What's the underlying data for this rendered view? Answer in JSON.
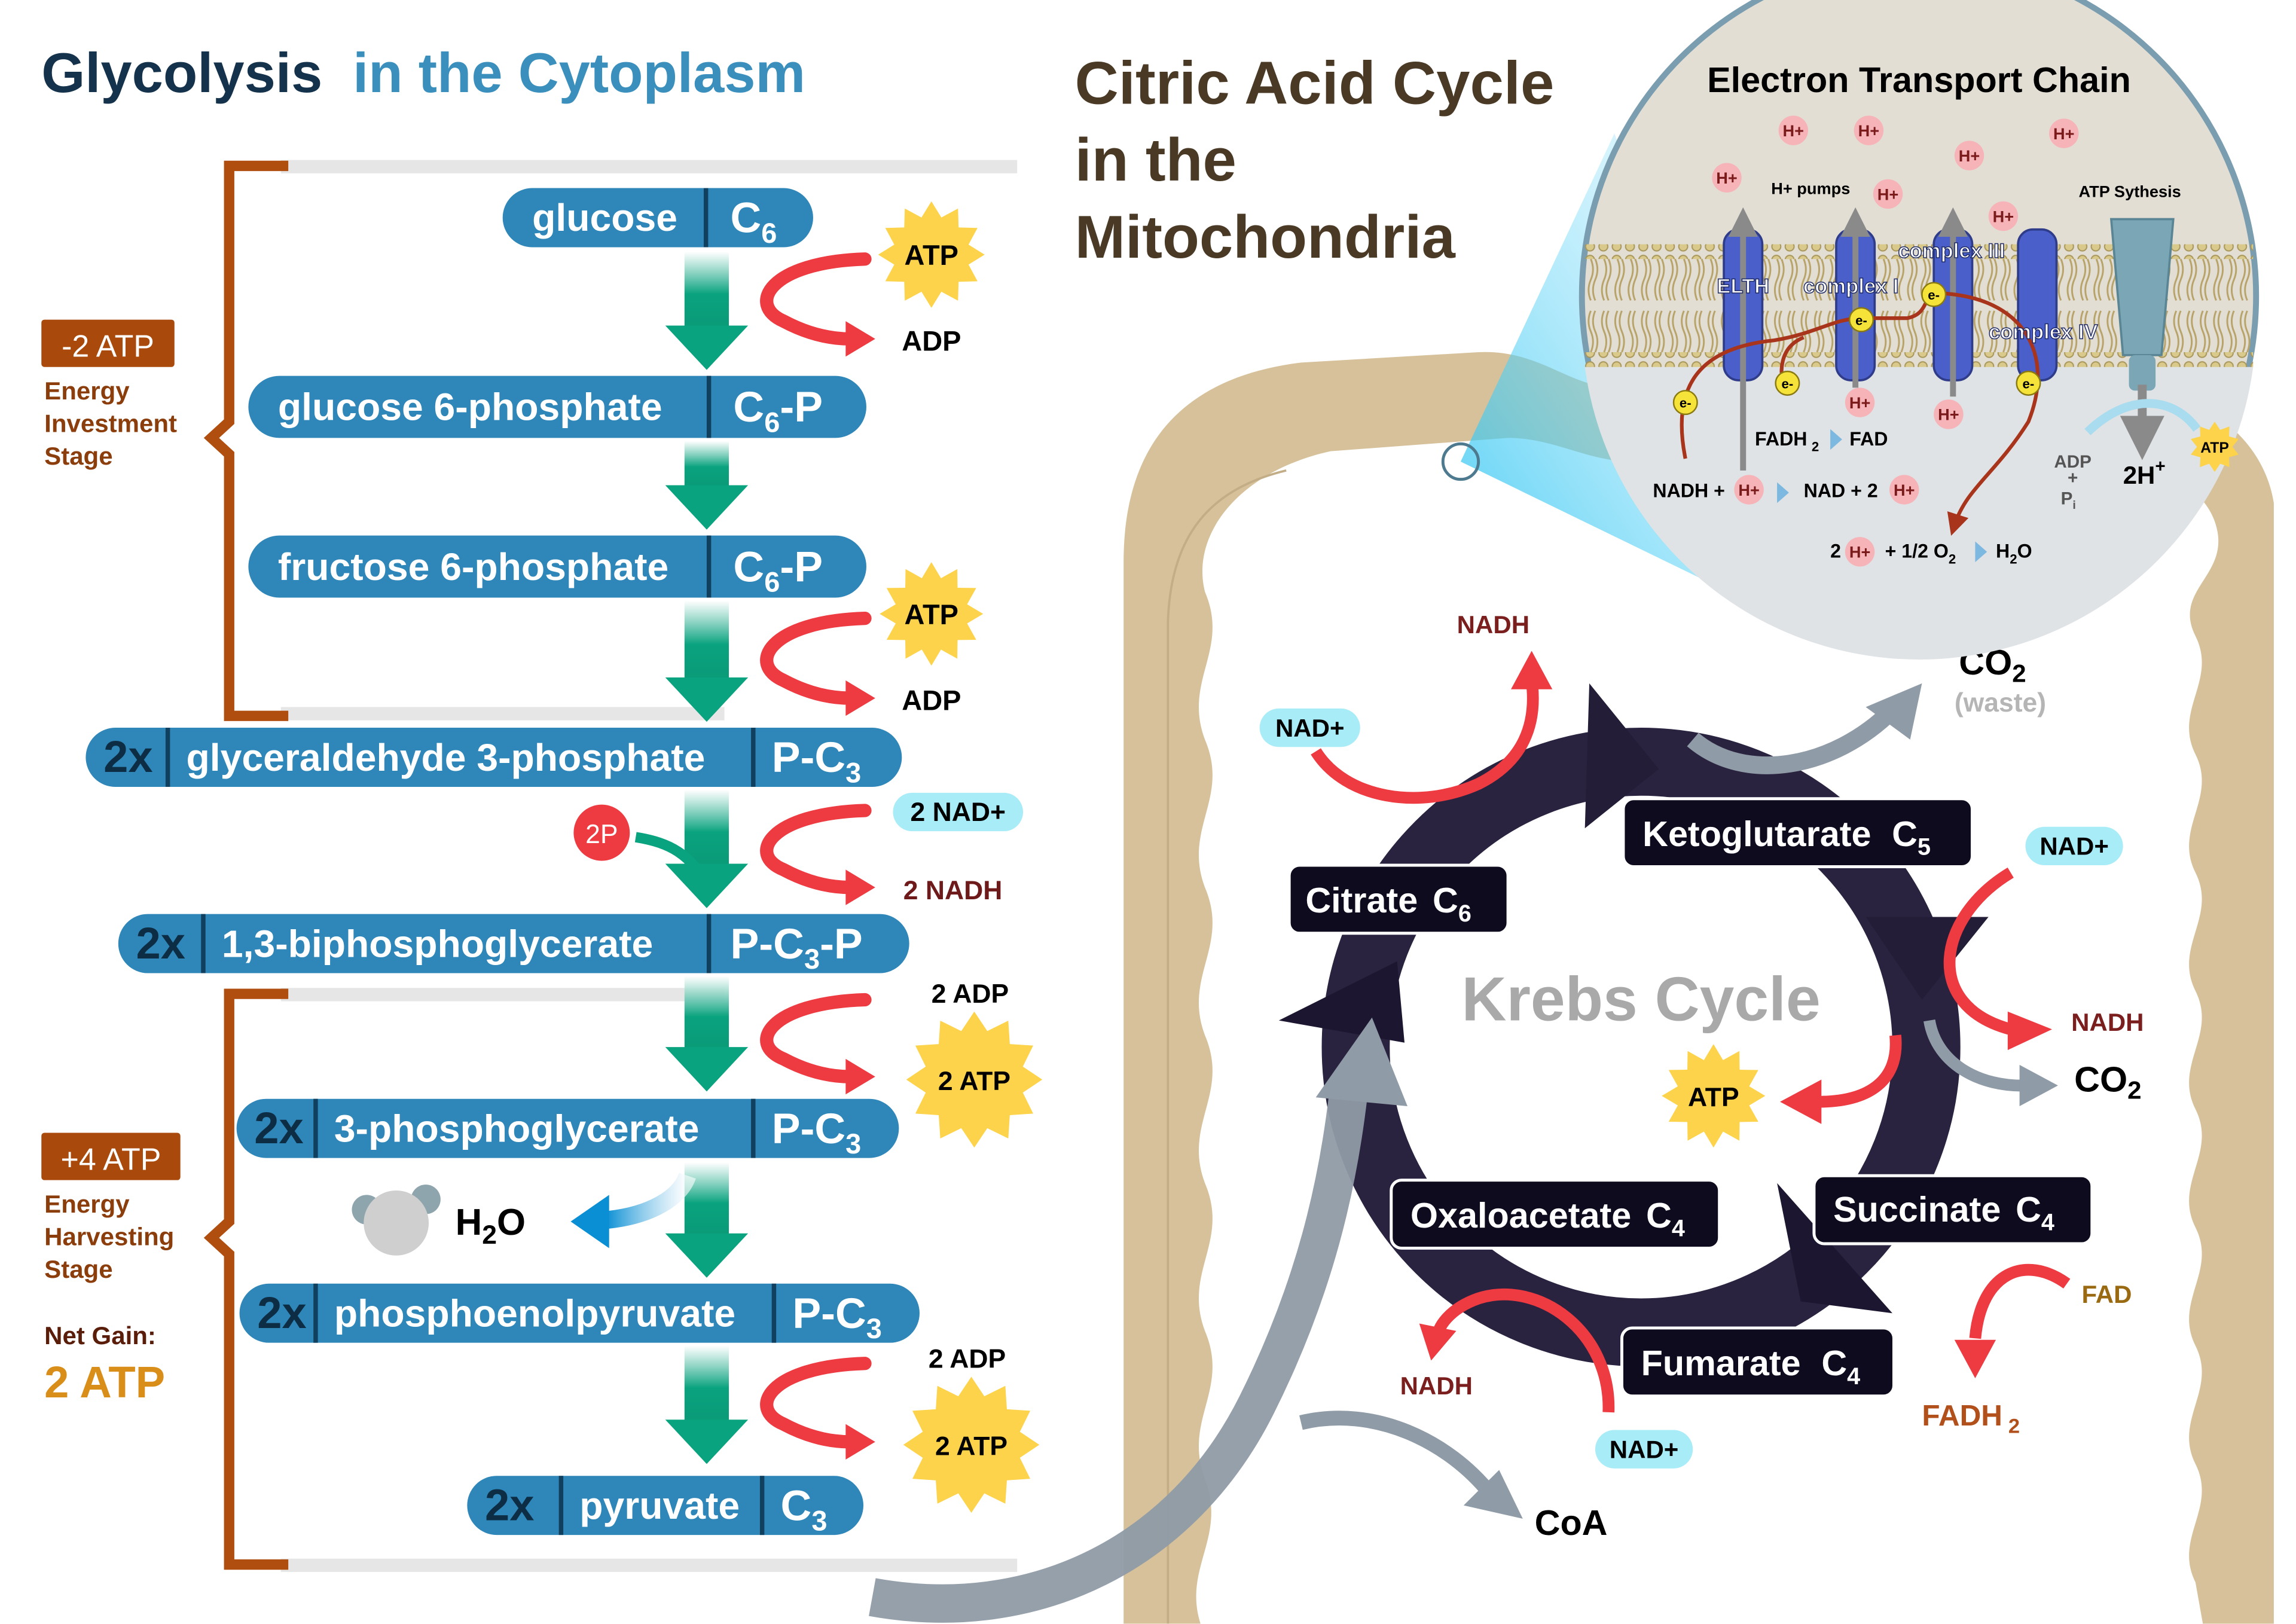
{
  "colors": {
    "pill": "#2f86b8",
    "pill_divider": "#10405e",
    "arrow_green": "#0aa37f",
    "arrow_red": "#ee3a41",
    "bracket": "#b04e10",
    "stage_label": "#8b3d0c",
    "net_gain": "#d98e1a",
    "atp_star": "#fcd34a",
    "krebs_ring": "#2a2340",
    "mito_outer": "#d6c19a",
    "mito_inner": "#efe7d6",
    "nad_bubble": "#a8ecf8",
    "title_dark": "#14324b",
    "title_blue": "#3a8fbd",
    "citric_title": "#4a3a25"
  },
  "glycolysis": {
    "title_part1": "Glycolysis",
    "title_part2": "in the Cytoplasm",
    "steps": [
      {
        "name": "glucose",
        "formula": "C",
        "sub": "6",
        "suffix": ""
      },
      {
        "name": "glucose 6-phosphate",
        "formula": "C",
        "sub": "6",
        "suffix": "-P"
      },
      {
        "name": "fructose 6-phosphate",
        "formula": "C",
        "sub": "6",
        "suffix": "-P"
      },
      {
        "mult": "2x",
        "name": "glyceraldehyde 3-phosphate",
        "formula": "P-C",
        "sub": "3",
        "suffix": ""
      },
      {
        "mult": "2x",
        "name": "1,3-biphosphoglycerate",
        "formula": "P-C",
        "sub": "3",
        "suffix": "-P"
      },
      {
        "mult": "2x",
        "name": "3-phosphoglycerate",
        "formula": "P-C",
        "sub": "3",
        "suffix": ""
      },
      {
        "mult": "2x",
        "name": "phosphoenolpyruvate",
        "formula": "P-C",
        "sub": "3",
        "suffix": ""
      },
      {
        "mult": "2x",
        "name": "pyruvate",
        "formula": "C",
        "sub": "3",
        "suffix": ""
      }
    ],
    "side": {
      "atp1": "ATP",
      "adp1": "ADP",
      "atp2": "ATP",
      "adp2": "ADP",
      "two_p": "2P",
      "two_nad": "2 NAD+",
      "two_nadh": "2 NADH",
      "two_adp1": "2 ADP",
      "two_atp1": "2 ATP",
      "h2o_main": "H",
      "h2o_sub": "2",
      "h2o_end": "O",
      "two_adp2": "2 ADP",
      "two_atp2": "2 ATP"
    },
    "investment": {
      "badge": "-2 ATP",
      "line1": "Energy",
      "line2": "Investment",
      "line3": "Stage"
    },
    "harvesting": {
      "badge": "+4 ATP",
      "line1": "Energy",
      "line2": "Harvesting",
      "line3": "Stage"
    },
    "net_gain_label": "Net Gain:",
    "net_gain_value": "2 ATP"
  },
  "citric": {
    "title_line1": "Citric Acid Cycle",
    "title_line2": "in the",
    "title_line3": "Mitochondria",
    "krebs_label": "Krebs Cycle",
    "compounds": {
      "citrate": {
        "name": "Citrate",
        "c": "C",
        "sub": "6"
      },
      "keto": {
        "name": "Ketoglutarate",
        "c": "C",
        "sub": "5"
      },
      "succ": {
        "name": "Succinate",
        "c": "C",
        "sub": "4"
      },
      "fum": {
        "name": "Fumarate",
        "c": "C",
        "sub": "4"
      },
      "oxalo": {
        "name": "Oxaloacetate",
        "c": "C",
        "sub": "4"
      }
    },
    "labels": {
      "nad_top": "NAD+",
      "nadh_top": "NADH",
      "co2_top": "CO",
      "co2_top_sub": "2",
      "waste": "(waste)",
      "nad_right": "NAD+",
      "nadh_right": "NADH",
      "co2_right": "CO",
      "co2_right_sub": "2",
      "atp": "ATP",
      "fad": "FAD",
      "fadh2": "FADH",
      "fadh2_sub": "2",
      "nadh_bottom": "NADH",
      "nad_bottom": "NAD+",
      "coa": "CoA"
    }
  },
  "etc": {
    "title": "Electron Transport Chain",
    "h_plus": "H+",
    "e_minus": "e-",
    "h_pumps": "H+ pumps",
    "atp_synthesis": "ATP Sythesis",
    "elth": "ELTH",
    "complex1": "complex I",
    "complex3": "complex III",
    "complex4": "complex IV",
    "fadh2": "FADH",
    "fadh2_sub": "2",
    "fad": "FAD",
    "nadh_plus": "NADH +",
    "nad_plus_2": "NAD +  2",
    "two_h": "2",
    "half_o2": "+ 1/2 O",
    "half_o2_sub": "2",
    "h2o": "H",
    "h2o_sub": "2",
    "h2o_end": "O",
    "adp": "ADP",
    "plus": "+",
    "pi": "P",
    "pi_sub": "i",
    "two_h_plus": "2H",
    "two_h_plus_sup": "+",
    "atp": "ATP"
  }
}
